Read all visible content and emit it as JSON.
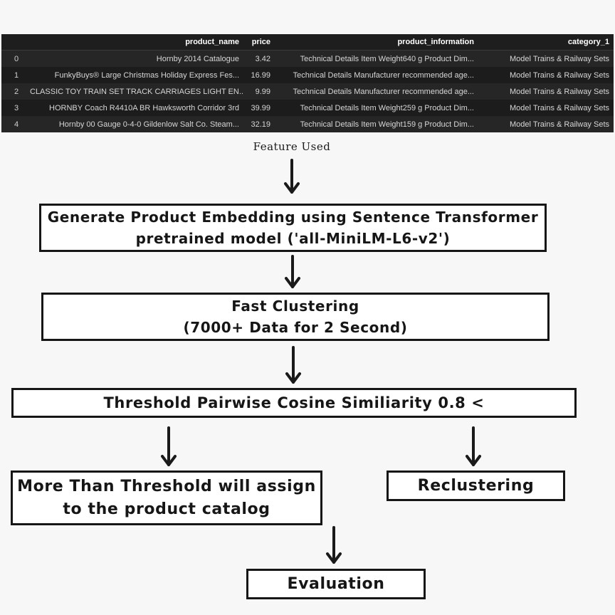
{
  "table": {
    "columns": [
      "",
      "product_name",
      "price",
      "product_information",
      "category_1"
    ],
    "rows": [
      [
        "0",
        "Hornby 2014 Catalogue",
        "3.42",
        "Technical Details Item Weight640 g Product Dim...",
        "Model Trains & Railway Sets"
      ],
      [
        "1",
        "FunkyBuys® Large Christmas Holiday Express Fes...",
        "16.99",
        "Technical Details Manufacturer recommended age...",
        "Model Trains & Railway Sets"
      ],
      [
        "2",
        "CLASSIC TOY TRAIN SET TRACK CARRIAGES LIGHT EN...",
        "9.99",
        "Technical Details Manufacturer recommended age...",
        "Model Trains & Railway Sets"
      ],
      [
        "3",
        "HORNBY Coach R4410A BR Hawksworth Corridor 3rd",
        "39.99",
        "Technical Details Item Weight259 g Product Dim...",
        "Model Trains & Railway Sets"
      ],
      [
        "4",
        "Hornby 00 Gauge 0-4-0 Gildenlow Salt Co. Steam...",
        "32.19",
        "Technical Details Item Weight159 g Product Dim...",
        "Model Trains & Railway Sets"
      ]
    ]
  },
  "flow": {
    "caption": "Feature Used",
    "embedding": "Generate Product Embedding using Sentence Transformer\npretrained model ('all-MiniLM-L6-v2')",
    "clustering": "Fast Clustering\n(7000+ Data for 2 Second)",
    "threshold": "Threshold Pairwise Cosine Similiarity 0.8 <",
    "assign": "More Than Threshold will assign\nto the product catalog",
    "reclustering": "Reclustering",
    "evaluation": "Evaluation"
  }
}
